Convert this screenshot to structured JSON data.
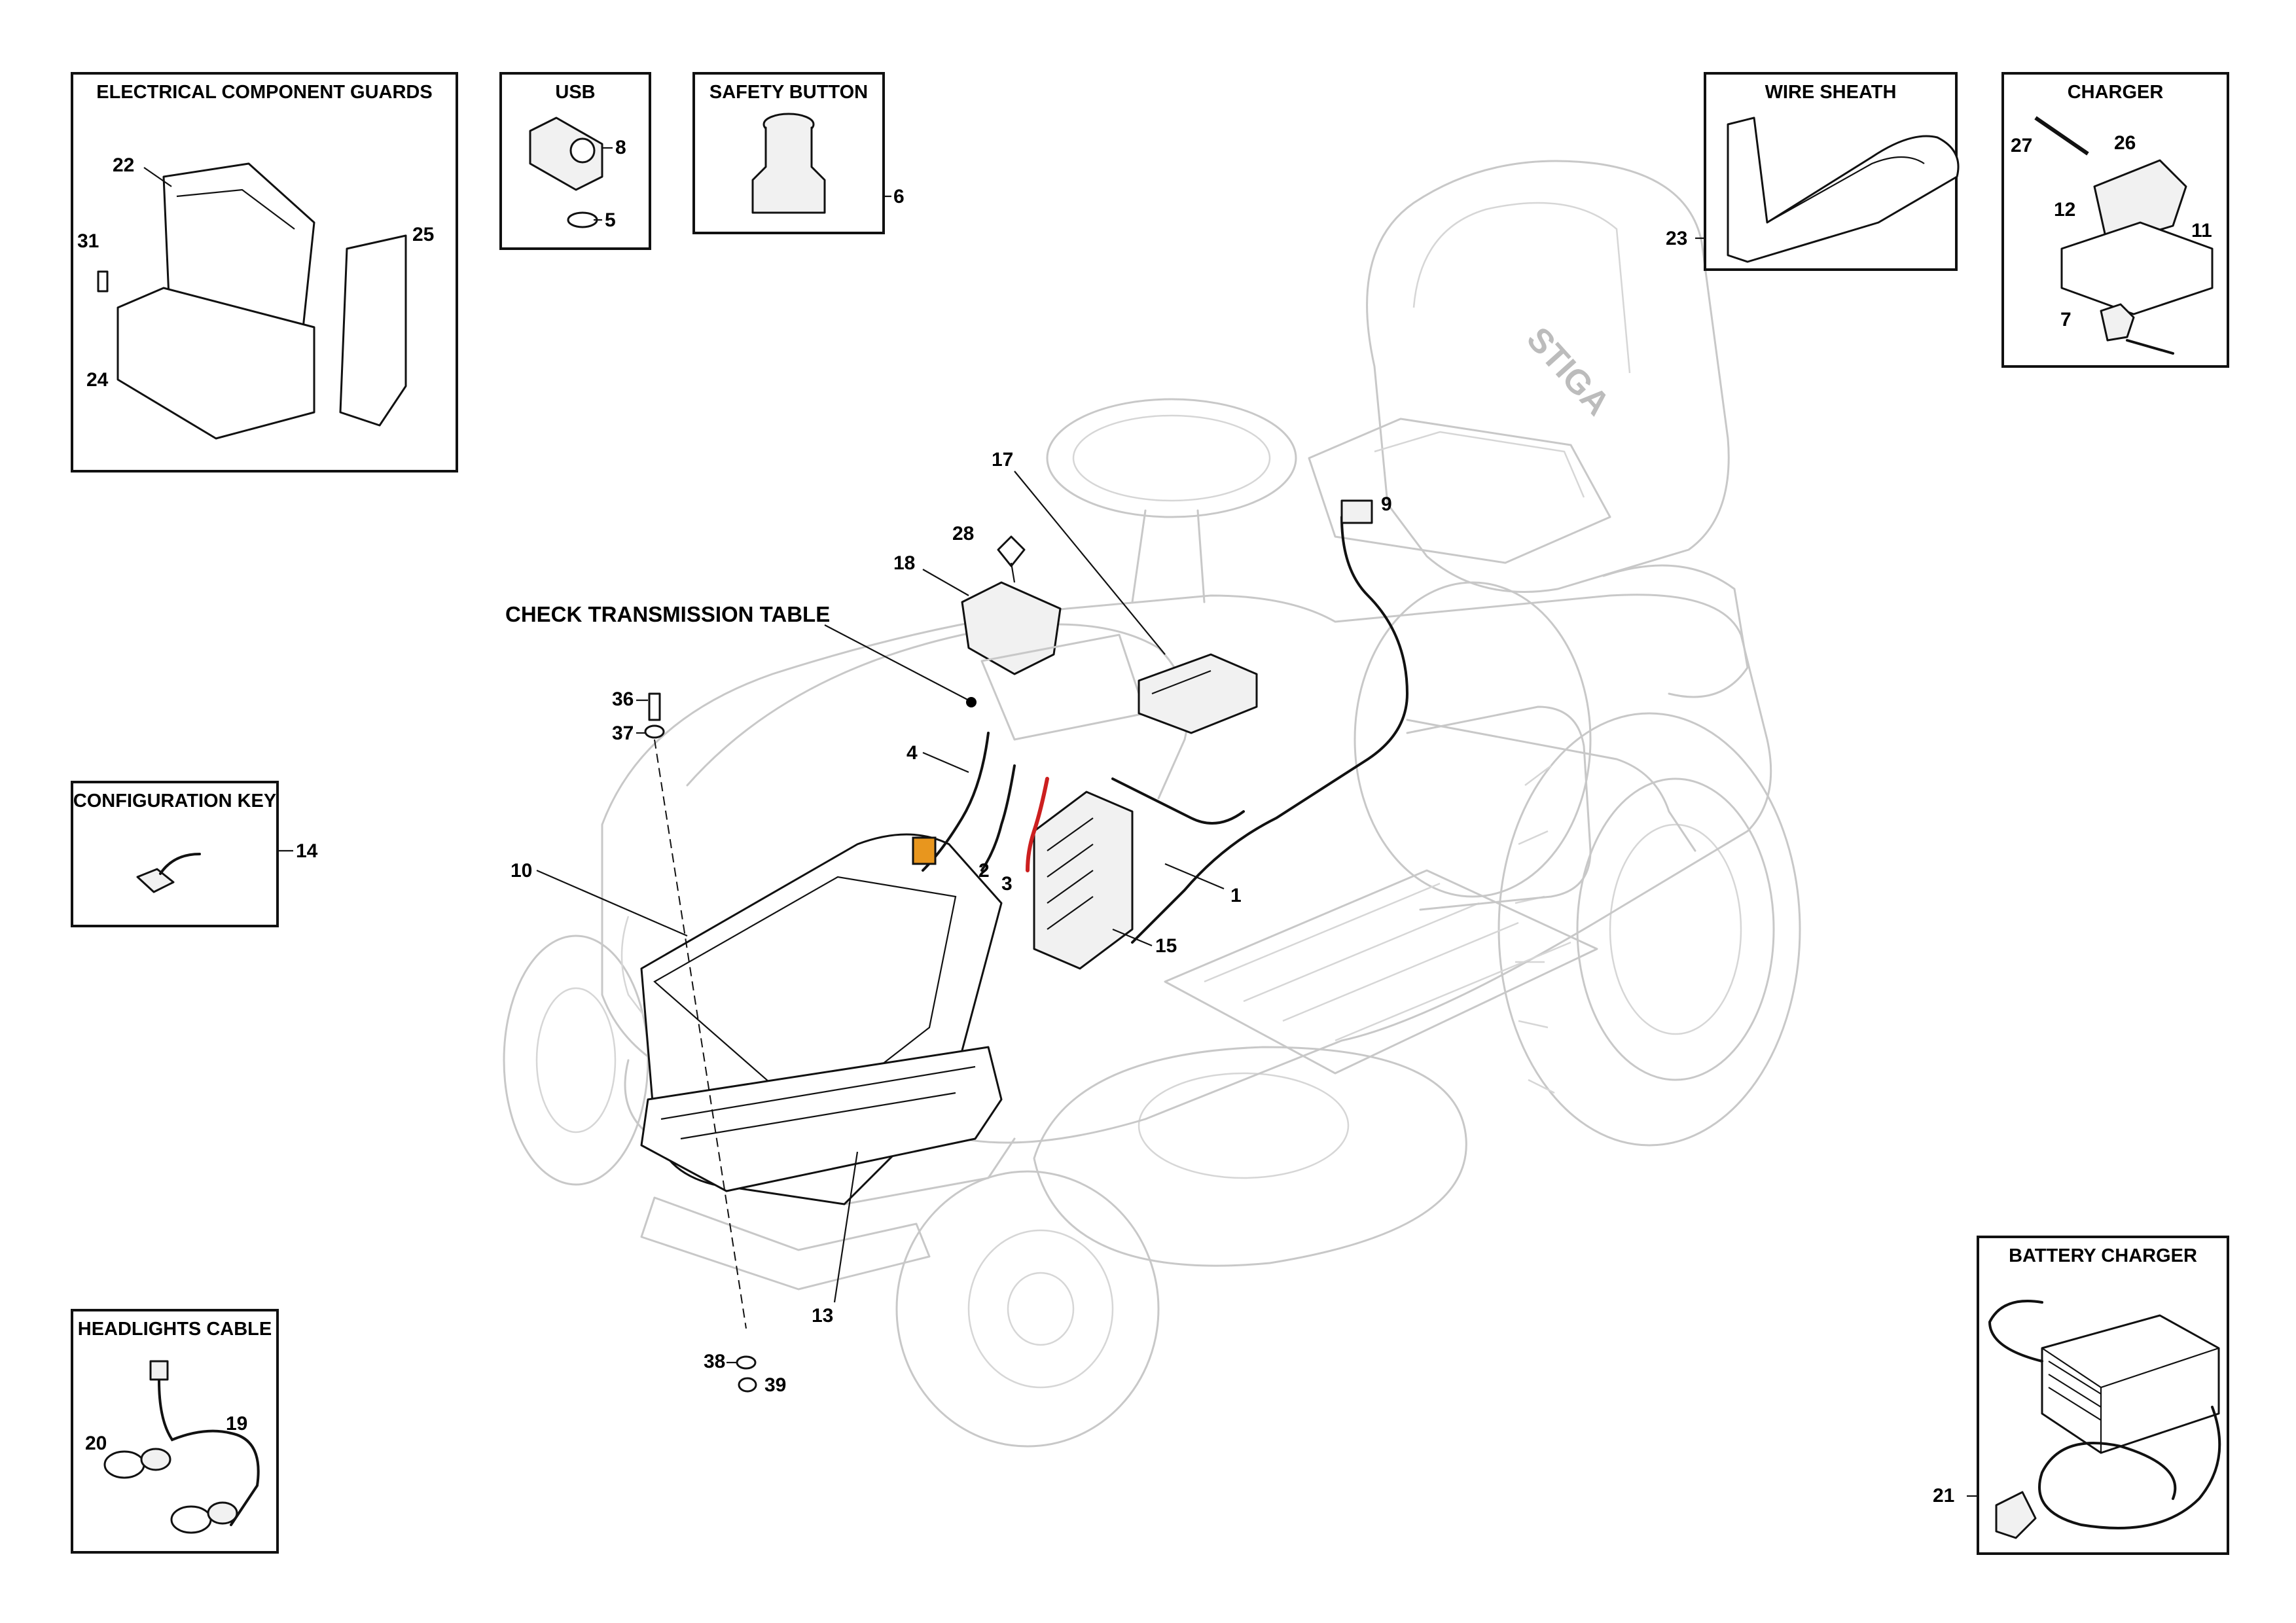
{
  "boxes": {
    "guards": "ELECTRICAL COMPONENT GUARDS",
    "usb": "USB",
    "safety": "SAFETY BUTTON",
    "sheath": "WIRE SHEATH",
    "charger": "CHARGER",
    "config": "CONFIGURATION KEY",
    "headlights": "HEADLIGHTS CABLE",
    "battery_charger": "BATTERY CHARGER"
  },
  "note": "CHECK TRANSMISSION TABLE",
  "brand": "STIGA",
  "callouts": {
    "c1": "1",
    "c2": "2",
    "c3": "3",
    "c4": "4",
    "c5": "5",
    "c6": "6",
    "c7": "7",
    "c8": "8",
    "c9": "9",
    "c10": "10",
    "c11": "11",
    "c12": "12",
    "c13": "13",
    "c14": "14",
    "c15": "15",
    "c17": "17",
    "c18": "18",
    "c19": "19",
    "c20": "20",
    "c21": "21",
    "c22": "22",
    "c23": "23",
    "c24": "24",
    "c25": "25",
    "c26": "26",
    "c27": "27",
    "c28": "28",
    "c31": "31",
    "c36": "36",
    "c37": "37",
    "c38": "38",
    "c39": "39"
  },
  "colors": {
    "cable_red": "#cc1f1f",
    "connector_orange": "#e8961e"
  }
}
